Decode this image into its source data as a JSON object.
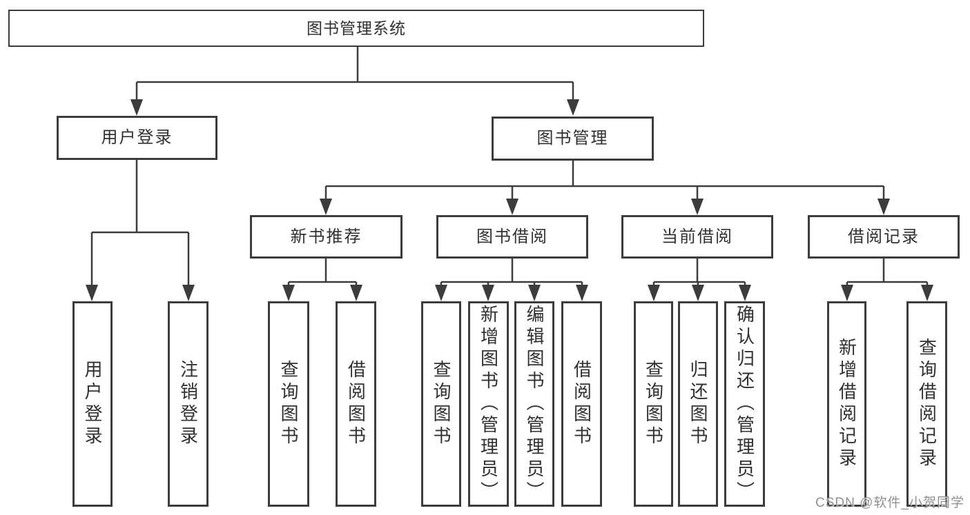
{
  "diagram": {
    "root": {
      "label": "图书管理系统"
    },
    "branches": [
      {
        "label": "用户登录",
        "children": [
          {
            "label": "用户登录"
          },
          {
            "label": "注销登录"
          }
        ]
      },
      {
        "label": "图书管理",
        "children": [
          {
            "label": "新书推荐",
            "children": [
              {
                "label": "查询图书"
              },
              {
                "label": "借阅图书"
              }
            ]
          },
          {
            "label": "图书借阅",
            "children": [
              {
                "label": "查询图书"
              },
              {
                "label": "新增图书（管理员）"
              },
              {
                "label": "编辑图书（管理员）"
              },
              {
                "label": "借阅图书"
              }
            ]
          },
          {
            "label": "当前借阅",
            "children": [
              {
                "label": "查询图书"
              },
              {
                "label": "归还图书"
              },
              {
                "label": "确认归还（管理员）"
              }
            ]
          },
          {
            "label": "借阅记录",
            "children": [
              {
                "label": "新增借阅记录"
              },
              {
                "label": "查询借阅记录"
              }
            ]
          }
        ]
      }
    ],
    "colors": {
      "line": "#3c3c3c",
      "text": "#303030",
      "box_background": "#ffffff",
      "watermark": "#8f8f8f"
    }
  },
  "watermark": {
    "text": "CSDN @软件_小贺同学"
  }
}
